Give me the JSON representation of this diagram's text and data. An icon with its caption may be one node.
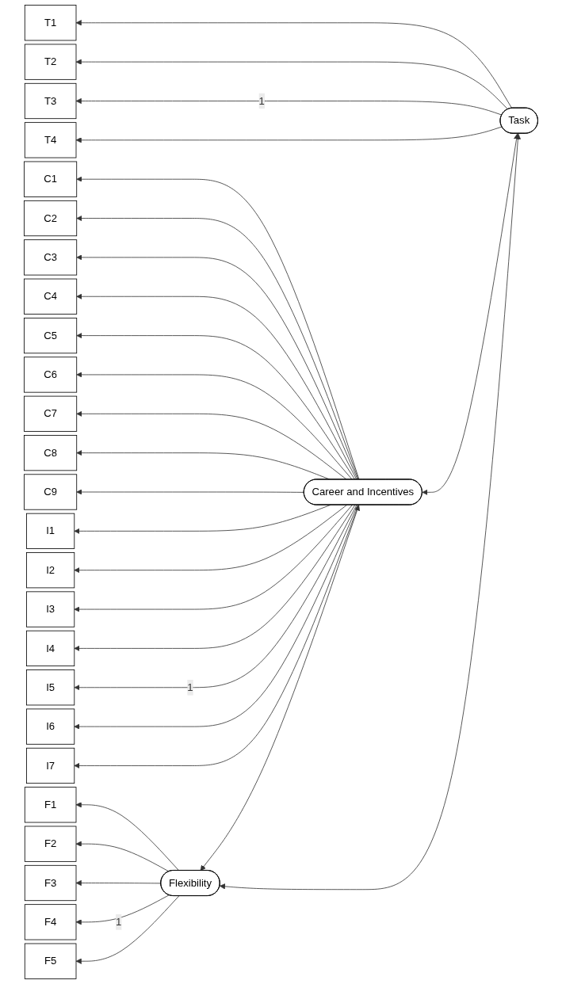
{
  "diagram": {
    "nodes": [
      {
        "text": [
          "Task"
        ]
      },
      {
        "text": [
          "T1"
        ]
      },
      {
        "text": [
          "T2"
        ]
      },
      {
        "text": [
          "T3"
        ]
      },
      {
        "text": [
          "T4"
        ]
      },
      {
        "text": [
          "Career and Incentives"
        ]
      },
      {
        "text": [
          "C1"
        ]
      },
      {
        "text": [
          "C2"
        ]
      },
      {
        "text": [
          "C3"
        ]
      },
      {
        "text": [
          "C4"
        ]
      },
      {
        "text": [
          "C5"
        ]
      },
      {
        "text": [
          "C6"
        ]
      },
      {
        "text": [
          "C7"
        ]
      },
      {
        "text": [
          "C8"
        ]
      },
      {
        "text": [
          "C9"
        ]
      },
      {
        "text": [
          "I1"
        ]
      },
      {
        "text": [
          "I2"
        ]
      },
      {
        "text": [
          "I3"
        ]
      },
      {
        "text": [
          "I4"
        ]
      },
      {
        "text": [
          "I5"
        ]
      },
      {
        "text": [
          "I6"
        ]
      },
      {
        "text": [
          "I7"
        ]
      },
      {
        "text": [
          "Flexibility"
        ]
      },
      {
        "text": [
          "F1"
        ]
      },
      {
        "text": [
          "F2"
        ]
      },
      {
        "text": [
          "F3"
        ]
      },
      {
        "text": [
          "F4"
        ]
      },
      {
        "text": [
          "F5"
        ]
      }
    ],
    "edges": [
      {
        "from": 0,
        "to": 1,
        "arrow": "to"
      },
      {
        "from": 0,
        "to": 2,
        "arrow": "to"
      },
      {
        "from": 0,
        "to": 3,
        "arrow": "to",
        "label": "1"
      },
      {
        "from": 0,
        "to": 4,
        "arrow": "to"
      },
      {
        "from": 5,
        "to": 6,
        "arrow": "to"
      },
      {
        "from": 5,
        "to": 7,
        "arrow": "to"
      },
      {
        "from": 5,
        "to": 8,
        "arrow": "to"
      },
      {
        "from": 5,
        "to": 9,
        "arrow": "to"
      },
      {
        "from": 5,
        "to": 10,
        "arrow": "to"
      },
      {
        "from": 5,
        "to": 11,
        "arrow": "to"
      },
      {
        "from": 5,
        "to": 12,
        "arrow": "to"
      },
      {
        "from": 5,
        "to": 13,
        "arrow": "to"
      },
      {
        "from": 5,
        "to": 14,
        "arrow": "to"
      },
      {
        "from": 5,
        "to": 15,
        "arrow": "to"
      },
      {
        "from": 5,
        "to": 16,
        "arrow": "to"
      },
      {
        "from": 5,
        "to": 17,
        "arrow": "to"
      },
      {
        "from": 5,
        "to": 18,
        "arrow": "to"
      },
      {
        "from": 5,
        "to": 19,
        "arrow": "to",
        "label": "1"
      },
      {
        "from": 5,
        "to": 20,
        "arrow": "to"
      },
      {
        "from": 5,
        "to": 21,
        "arrow": "to"
      },
      {
        "from": 22,
        "to": 23,
        "arrow": "to"
      },
      {
        "from": 22,
        "to": 24,
        "arrow": "to"
      },
      {
        "from": 22,
        "to": 25,
        "arrow": "to"
      },
      {
        "from": 22,
        "to": 26,
        "arrow": "to",
        "label": "1"
      },
      {
        "from": 22,
        "to": 27,
        "arrow": "to"
      },
      {
        "from": 0,
        "to": 5,
        "arrow": "both"
      },
      {
        "from": 5,
        "to": 22,
        "arrow": "both"
      },
      {
        "from": 0,
        "to": 22,
        "arrow": "both"
      }
    ]
  }
}
